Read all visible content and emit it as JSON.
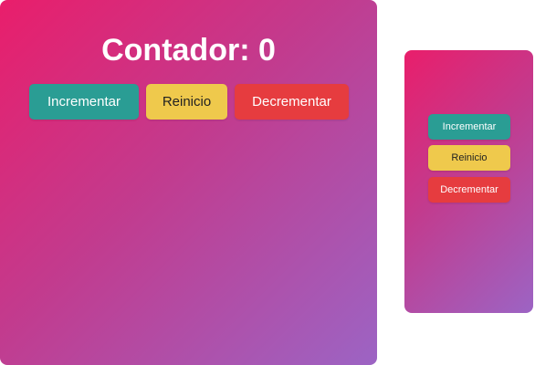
{
  "large_panel": {
    "title": "Contador: 0",
    "buttons": {
      "increment_label": "Incrementar",
      "reset_label": "Reinicio",
      "decrement_label": "Decrementar"
    }
  },
  "small_panel": {
    "title": "Contador: 0",
    "buttons": {
      "increment_label": "Incrementar",
      "reset_label": "Reinicio",
      "decrement_label": "Decrementar"
    }
  },
  "colors": {
    "gradient_start": "#e91e6b",
    "gradient_end": "#9c64c4",
    "increment": "#2a9d94",
    "reset": "#efc94c",
    "decrement": "#e63c3f"
  }
}
